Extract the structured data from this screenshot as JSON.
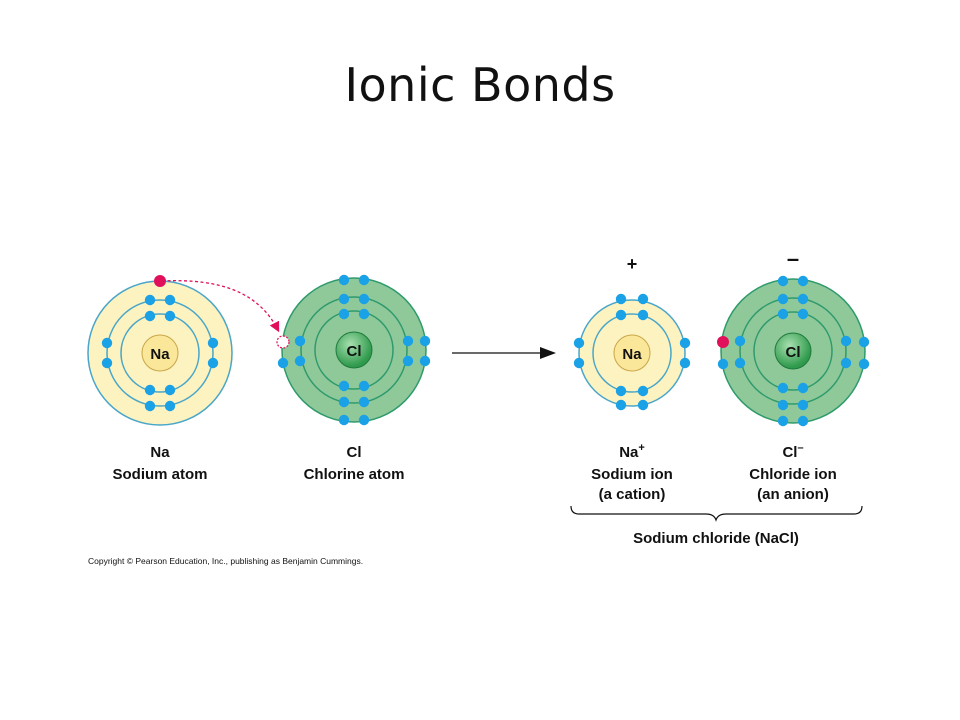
{
  "slide": {
    "title": "Ionic Bonds"
  },
  "colors": {
    "sodium_fill": "#fdf3c0",
    "sodium_ring": "#4aa6c8",
    "sodium_nucleus": "#fbe79a",
    "chlorine_fill": "#8fc99a",
    "chlorine_ring": "#2f9a6c",
    "chlorine_nucleus": "#2f9a4c",
    "electron": "#1aa1e6",
    "transferred_electron": "#e0105a"
  },
  "atoms": {
    "na_atom": {
      "symbol": "Na",
      "label": "Na",
      "name": "Sodium atom"
    },
    "cl_atom": {
      "symbol": "Cl",
      "label": "Cl",
      "name": "Chlorine atom"
    },
    "na_ion": {
      "symbol": "Na",
      "label": "Na",
      "superscript": "+",
      "name": "Sodium ion",
      "kind": "(a cation)",
      "charge": "+"
    },
    "cl_ion": {
      "symbol": "Cl",
      "label": "Cl",
      "superscript": "–",
      "name": "Chloride ion",
      "kind": "(an anion)",
      "charge": "–"
    }
  },
  "compound": {
    "label": "Sodium chloride (NaCl)"
  },
  "copyright": "Copyright © Pearson Education, Inc., publishing as Benjamin Cummings."
}
